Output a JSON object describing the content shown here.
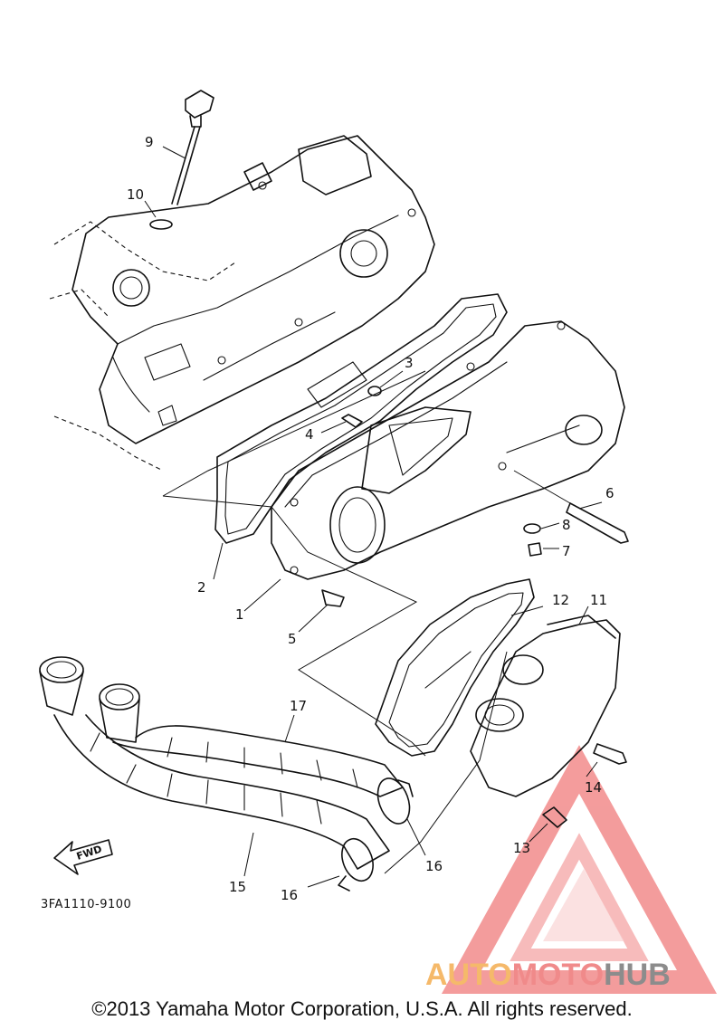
{
  "diagram": {
    "callouts": {
      "p1": "1",
      "p2": "2",
      "p3": "3",
      "p4": "4",
      "p5": "5",
      "p6": "6",
      "p7": "7",
      "p8": "8",
      "p9": "9",
      "p10": "10",
      "p11": "11",
      "p12": "12",
      "p13": "13",
      "p14": "14",
      "p15": "15",
      "p16a": "16",
      "p16b": "16",
      "p17": "17"
    },
    "fwd_label": "FWD",
    "drawing_code": "3FA1110-9100"
  },
  "watermark": {
    "word_auto": "AUTO",
    "word_moto": "MOTO",
    "word_hub": "HUB",
    "colors": {
      "auto": "#f5b96a",
      "moto": "#f08a8a",
      "hub": "#8c8c8c",
      "triangle": "#f28b8b"
    }
  },
  "footer": {
    "copyright": "©2013 Yamaha Motor Corporation, U.S.A. All rights reserved."
  }
}
